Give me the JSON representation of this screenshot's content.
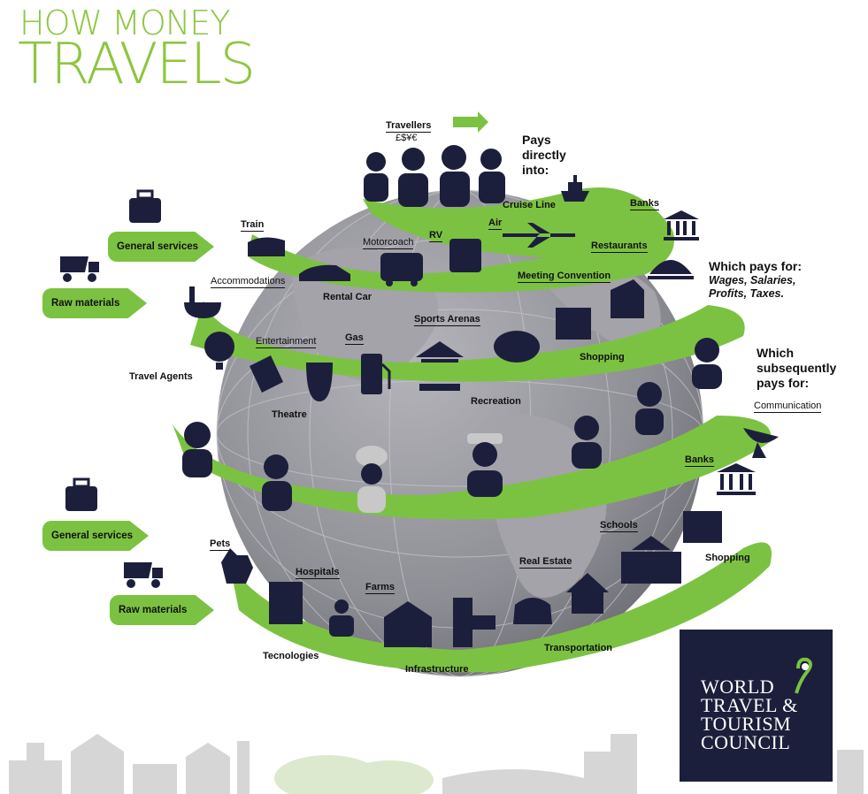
{
  "title": {
    "line1": "HOW MONEY",
    "line2": "TRAVELS"
  },
  "colors": {
    "accent_green": "#7cc242",
    "title_green": "#8dc63f",
    "globe_gray": "#8e8e95",
    "icon_navy": "#1c1f3b",
    "logo_bg": "#1c1f3b"
  },
  "headings": {
    "pays": [
      "Pays",
      "directly",
      "into:"
    ],
    "which_pays": "Which pays for:",
    "which_pays_items": [
      "Wages, Salaries,",
      "Profits, Taxes."
    ],
    "subsequently": [
      "Which",
      "subsequently",
      "pays for:"
    ]
  },
  "arrows": {
    "general_services_top": "General services",
    "raw_materials_top": "Raw materials",
    "general_services_bottom": "General services",
    "raw_materials_bottom": "Raw materials"
  },
  "labels": {
    "travellers": "Travellers",
    "currency": "£$¥€",
    "cruise_line": "Cruise Line",
    "banks_top": "Banks",
    "train": "Train",
    "motorcoach": "Motorcoach",
    "rv": "RV",
    "air": "Air",
    "restaurants": "Restaurants",
    "rental_car": "Rental Car",
    "accommodations": "Accommodations",
    "meeting_convention": "Meeting Convention",
    "entertainment": "Entertainment",
    "gas": "Gas",
    "sports_arenas": "Sports Arenas",
    "shopping_top": "Shopping",
    "travel_agents": "Travel Agents",
    "theatre": "Theatre",
    "recreation": "Recreation",
    "communication": "Communication",
    "banks_bottom": "Banks",
    "schools": "Schools",
    "shopping_bottom": "Shopping",
    "pets": "Pets",
    "hospitals": "Hospitals",
    "farms": "Farms",
    "real_estate": "Real Estate",
    "tecnologies": "Tecnologies",
    "infrastructure": "Infrastructure",
    "transportation": "Transportation"
  },
  "logo": {
    "lines": [
      "WORLD",
      "TRAVEL &",
      "TOURISM",
      "COUNCIL"
    ]
  }
}
